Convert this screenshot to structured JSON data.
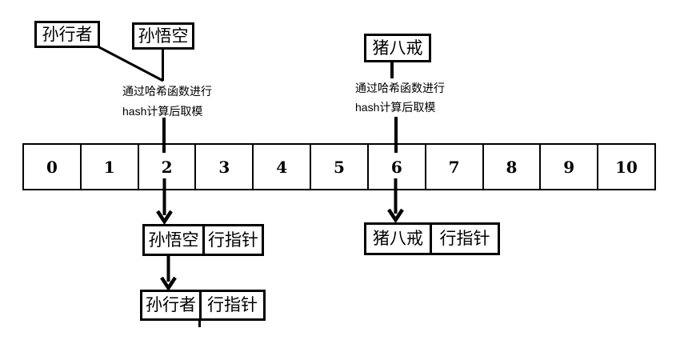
{
  "diagram": {
    "keys": {
      "sun_xingzhe": "孙行者",
      "sun_wukong": "孙悟空",
      "zhu_bajie": "猪八戒"
    },
    "hash_note": {
      "line1": "通过哈希函数进行",
      "line2": "hash计算后取模"
    },
    "buckets": [
      "0",
      "1",
      "2",
      "3",
      "4",
      "5",
      "6",
      "7",
      "8",
      "9",
      "10"
    ],
    "chains": {
      "bucket2": [
        {
          "key": "孙悟空",
          "pointer": "行指针"
        },
        {
          "key": "孙行者",
          "pointer": "行指针"
        }
      ],
      "bucket6": [
        {
          "key": "猪八戒",
          "pointer": "行指针"
        }
      ]
    },
    "colors": {
      "ink": "#000000",
      "background": "#ffffff"
    }
  }
}
